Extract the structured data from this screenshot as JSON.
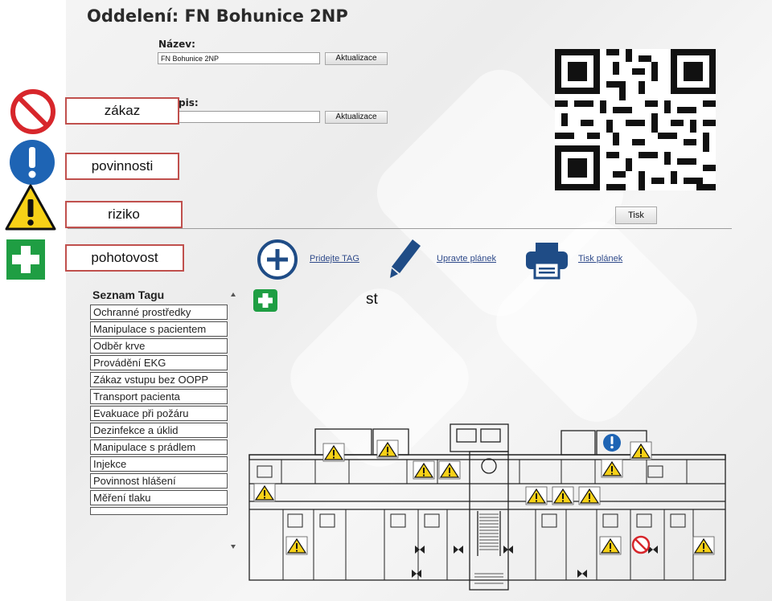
{
  "header": {
    "title": "Oddelení: FN Bohunice 2NP"
  },
  "form": {
    "name_label": "Název:",
    "name_value": "FN Bohunice 2NP",
    "update_label": "Aktualizace",
    "desc_label": "pis:",
    "desc_value": "",
    "update2_label": "Aktualizace"
  },
  "print_button": "Tisk",
  "legend": [
    {
      "label": "zákaz",
      "icon": "prohibition-icon",
      "color": "#d7262b"
    },
    {
      "label": "povinnosti",
      "icon": "mandatory-icon",
      "color": "#1e64b4"
    },
    {
      "label": "riziko",
      "icon": "warning-icon",
      "color": "#f7d117"
    },
    {
      "label": "pohotovost",
      "icon": "first-aid-icon",
      "color": "#1f9e43"
    }
  ],
  "toolbar": {
    "add_tag": "Pridejte TAG",
    "edit_plan": "Upravte plánek",
    "print_plan": "Tisk plánek"
  },
  "overlay_text": "st",
  "tag_list": {
    "title": "Seznam Tagu",
    "items": [
      "Ochranné prostředky",
      "Manipulace s pacientem",
      "Odběr krve",
      "Provádění EKG",
      "Zákaz vstupu bez OOPP",
      "Transport pacienta",
      "Evakuace při požáru",
      "Dezinfekce a úklid",
      "Manipulace s prádlem",
      "Injekce",
      "Povinnost hlášení",
      "Měření tlaku"
    ]
  }
}
